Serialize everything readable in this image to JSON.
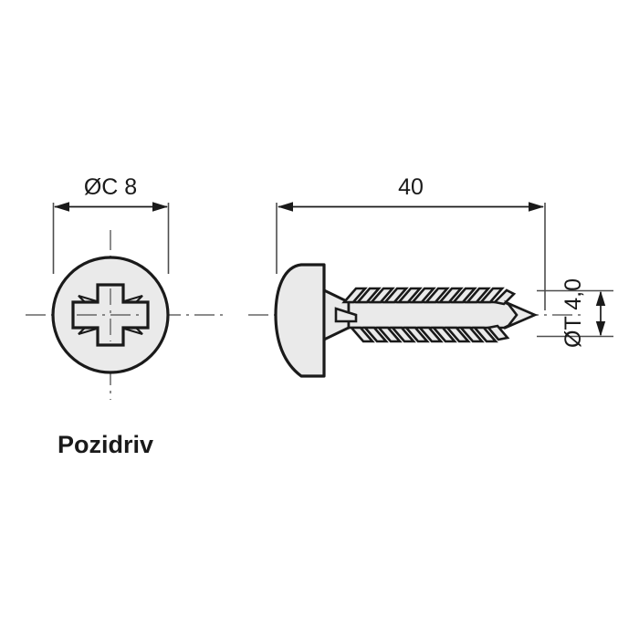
{
  "drawing": {
    "title_caption": "Pozidriv",
    "colors": {
      "outline": "#1a1a1a",
      "fill": "#eaeaea",
      "centerline": "#666666",
      "dimension": "#4d4d4d",
      "background": "#ffffff",
      "text": "#1a1a1a"
    },
    "head_view": {
      "name": "screw-head-top-view",
      "dimension_label": "ØC 8",
      "drive_type": "Pozidriv",
      "recess_name": "pozidriv-cross-recess"
    },
    "side_view": {
      "name": "screw-side-view",
      "length_label": "40",
      "thread_diameter_label": "ØT 4,0",
      "head_style": "pan-head",
      "thread_turns": 13
    },
    "icons": {
      "arrow_left": "arrow-left-icon",
      "arrow_right": "arrow-right-icon",
      "arrow_up": "arrow-up-icon",
      "arrow_down": "arrow-down-icon"
    }
  }
}
